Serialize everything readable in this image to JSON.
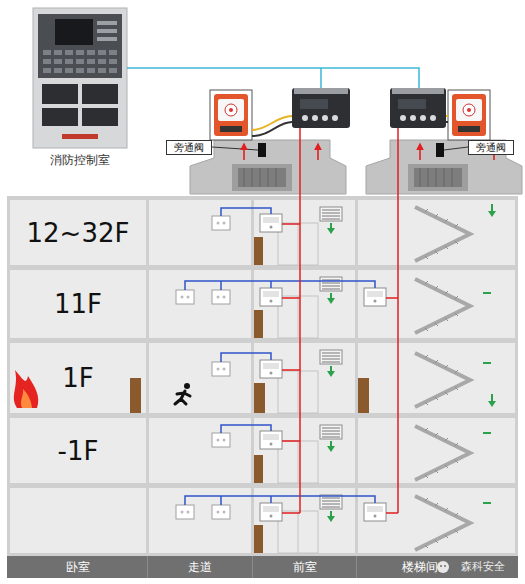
{
  "diagram": {
    "nodes": [
      {
        "text": [
          "消防控制室"
        ]
      },
      {
        "text": [
          "旁通阀"
        ]
      },
      {
        "text": [
          "旁通阀"
        ]
      },
      {
        "text": [
          "12~32F"
        ]
      },
      {
        "text": [
          "11F"
        ]
      },
      {
        "text": [
          "1F"
        ]
      },
      {
        "text": [
          "-1F"
        ]
      }
    ],
    "labels": [
      "卧室",
      "走道",
      "前室",
      "楼梯间",
      "森科安全"
    ]
  }
}
